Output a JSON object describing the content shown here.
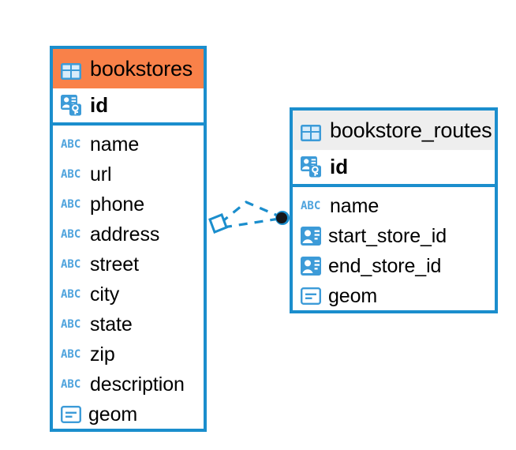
{
  "diagram": {
    "type": "entity-relationship-diagram",
    "background": "#ffffff",
    "accent_color": "#1b8ecd",
    "highlight_color": "#f98149",
    "header_gray": "#eeeeee",
    "icon_blue": "#3c9bd8",
    "abc_blue": "#4ea3dd"
  },
  "entities": [
    {
      "name": "bookstores",
      "header_color": "#f98149",
      "header_icon": "table-icon",
      "selected": true,
      "primary_key": {
        "label": "id",
        "icon": "primary-key-icon"
      },
      "fields": [
        {
          "label": "name",
          "icon": "abc-icon",
          "icon_text": "ABC"
        },
        {
          "label": "url",
          "icon": "abc-icon",
          "icon_text": "ABC"
        },
        {
          "label": "phone",
          "icon": "abc-icon",
          "icon_text": "ABC"
        },
        {
          "label": "address",
          "icon": "abc-icon",
          "icon_text": "ABC"
        },
        {
          "label": "street",
          "icon": "abc-icon",
          "icon_text": "ABC"
        },
        {
          "label": "city",
          "icon": "abc-icon",
          "icon_text": "ABC"
        },
        {
          "label": "state",
          "icon": "abc-icon",
          "icon_text": "ABC"
        },
        {
          "label": "zip",
          "icon": "abc-icon",
          "icon_text": "ABC"
        },
        {
          "label": "description",
          "icon": "abc-icon",
          "icon_text": "ABC"
        },
        {
          "label": "geom",
          "icon": "geometry-icon"
        }
      ]
    },
    {
      "name": "bookstore_routes",
      "header_color": "#eeeeee",
      "header_icon": "table-icon",
      "selected": false,
      "primary_key": {
        "label": "id",
        "icon": "primary-key-icon"
      },
      "fields": [
        {
          "label": "name",
          "icon": "abc-icon",
          "icon_text": "ABC"
        },
        {
          "label": "start_store_id",
          "icon": "foreign-key-icon"
        },
        {
          "label": "end_store_id",
          "icon": "foreign-key-icon"
        },
        {
          "label": "geom",
          "icon": "geometry-icon"
        }
      ]
    }
  ],
  "relationship": {
    "style": "dashed",
    "color": "#1b8ecd",
    "source_marker": "diamond",
    "target_marker": "filled-circle",
    "target_marker_color": "#15171a"
  }
}
